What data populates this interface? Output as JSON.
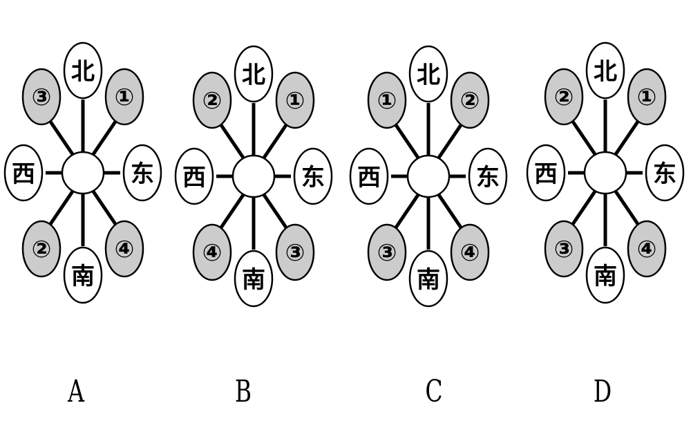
{
  "options": [
    {
      "label": "A",
      "north": "北",
      "south": "南",
      "east": "东",
      "west": "西",
      "nw": "③",
      "ne": "①",
      "sw": "②",
      "se": "④"
    },
    {
      "label": "B",
      "north": "北",
      "south": "南",
      "east": "东",
      "west": "西",
      "nw": "②",
      "ne": "①",
      "sw": "④",
      "se": "③"
    },
    {
      "label": "C",
      "north": "北",
      "south": "南",
      "east": "东",
      "west": "西",
      "nw": "①",
      "ne": "②",
      "sw": "③",
      "se": "④"
    },
    {
      "label": "D",
      "north": "北",
      "south": "南",
      "east": "东",
      "west": "西",
      "nw": "②",
      "ne": "①",
      "sw": "③",
      "se": "④"
    }
  ],
  "colors": {
    "numbered_fill": "#cccccc",
    "direction_fill": "#ffffff",
    "stroke": "#000000"
  }
}
